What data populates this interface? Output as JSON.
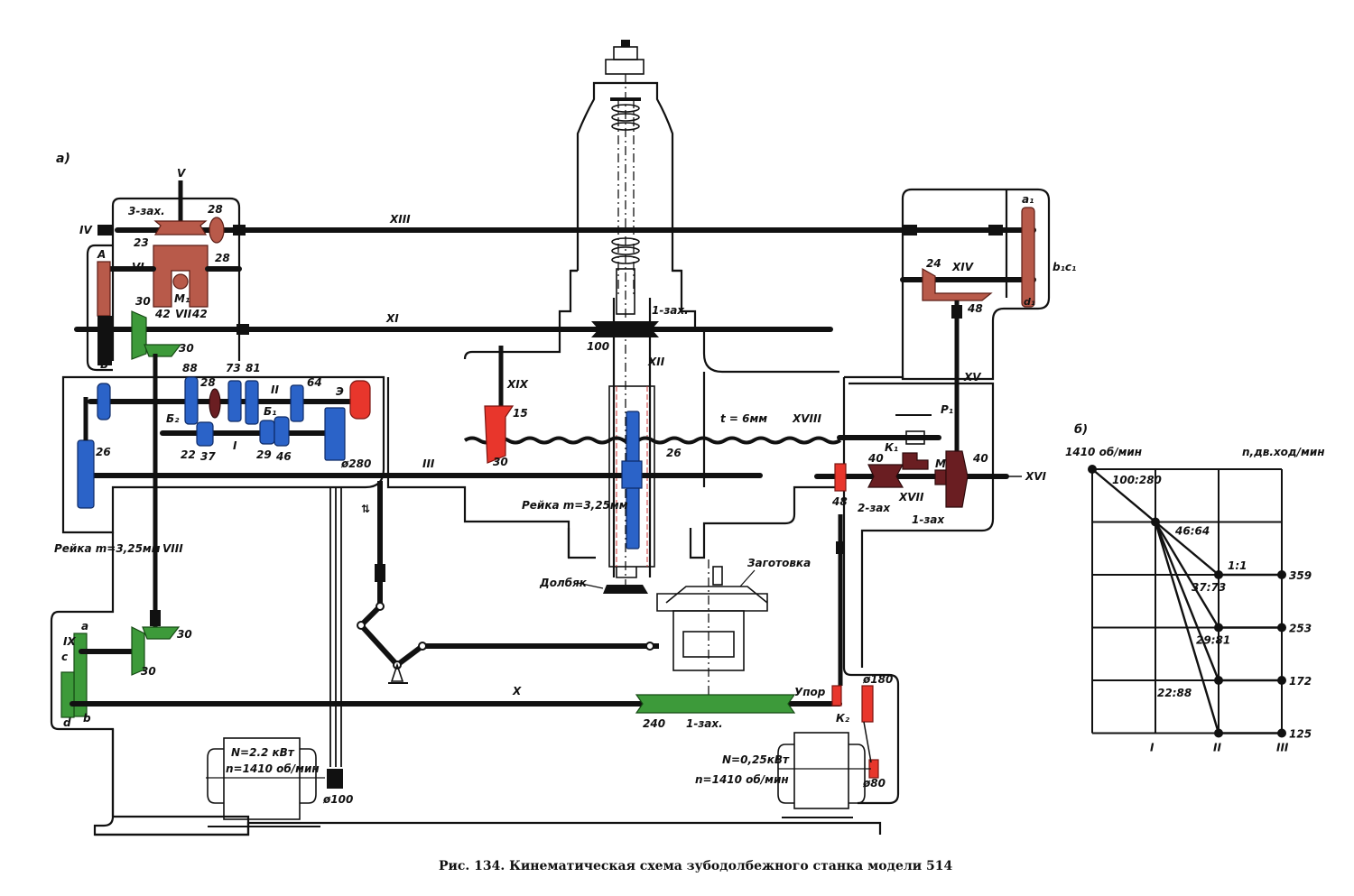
{
  "figure": {
    "caption": "Рис. 134. Кинематическая схема зубодолбежного станка модели 514",
    "part_a_label": "а)",
    "part_b_label": "б)"
  },
  "colors": {
    "red_gears": "#b85a4a",
    "bright_red": "#e8362c",
    "blue_gears": "#2b63c8",
    "green_gears": "#3d9a3a",
    "dark_red": "#6a1e22"
  },
  "shafts": {
    "I": "I",
    "II": "II",
    "III": "III",
    "IV": "IV",
    "V": "V",
    "VI": "VI",
    "VII": "VII",
    "VIII": "VIII",
    "IX": "IX",
    "X": "X",
    "XI": "XI",
    "XII": "XII",
    "XIII": "XIII",
    "XIV": "XIV",
    "XV": "XV",
    "XVI": "XVI",
    "XVII": "XVII",
    "XVIII": "XVIII",
    "XIX": "XIX"
  },
  "labels": {
    "worm3": "3-зах.",
    "z23": "23",
    "z28a": "28",
    "z28b": "28",
    "A": "А",
    "B": "В",
    "M1": "М₁",
    "z42a": "42",
    "z42b": "42",
    "z30a": "30",
    "z30b": "30",
    "z88": "88",
    "z28c": "28",
    "z73": "73",
    "z81": "81",
    "z64": "64",
    "E": "Э",
    "B2": "Б₂",
    "B1": "Б₁",
    "z22": "22",
    "z37": "37",
    "z29": "29",
    "z46": "46",
    "d280": "ø280",
    "z26a": "26",
    "rack_left": "Рейка m=3,25мм",
    "worm1_top": "1-зах.",
    "z100": "100",
    "z15": "15",
    "z30c": "30",
    "z26b": "26",
    "rack_center": "Рейка m=3,25мм",
    "pitch": "t = 6мм",
    "a1": "a₁",
    "b1c1": "b₁c₁",
    "d1": "d₁",
    "z24": "24",
    "z48a": "48",
    "P1": "P₁",
    "K1": "К₁",
    "M2": "М₂",
    "z40a": "40",
    "z40b": "40",
    "z48b": "48",
    "worm2": "2-зах",
    "worm1_right": "1-зах",
    "cutter": "Долбяк",
    "workpiece": "Заготовка",
    "ga": "a",
    "gc": "c",
    "gb": "b",
    "gd": "d",
    "z30d": "30",
    "z30e": "30",
    "z240": "240",
    "worm1_bottom": "1-зах.",
    "stop": "Упор",
    "K2": "К₂",
    "d180": "ø180",
    "d80": "ø80",
    "d100": "ø100",
    "motor1_power": "N=2.2 кВт",
    "motor1_speed": "n=1410 об/мин",
    "motor2_power": "N=0,25кВт",
    "motor2_speed": "n=1410 об/мин"
  },
  "chart_data": {
    "type": "speed-diagram",
    "title": "б)",
    "input_label": "1410 об/мин",
    "output_label": "n,дв.ход/мин",
    "input_rpm": 1410,
    "shafts": [
      "I",
      "II",
      "III"
    ],
    "ratios": [
      {
        "name": "100:280",
        "from": "motor",
        "to": "I"
      },
      {
        "name": "46:64",
        "from": "I",
        "to": "II",
        "output": 359
      },
      {
        "name": "37:73",
        "from": "I",
        "to": "II",
        "output": 253
      },
      {
        "name": "29:81",
        "from": "I",
        "to": "II",
        "output": 172
      },
      {
        "name": "22:88",
        "from": "I",
        "to": "II",
        "output": 125
      },
      {
        "name": "1:1",
        "from": "II",
        "to": "III"
      }
    ],
    "outputs": [
      359,
      253,
      172,
      125
    ],
    "grid_rows": 5,
    "grid_cols": 3
  }
}
